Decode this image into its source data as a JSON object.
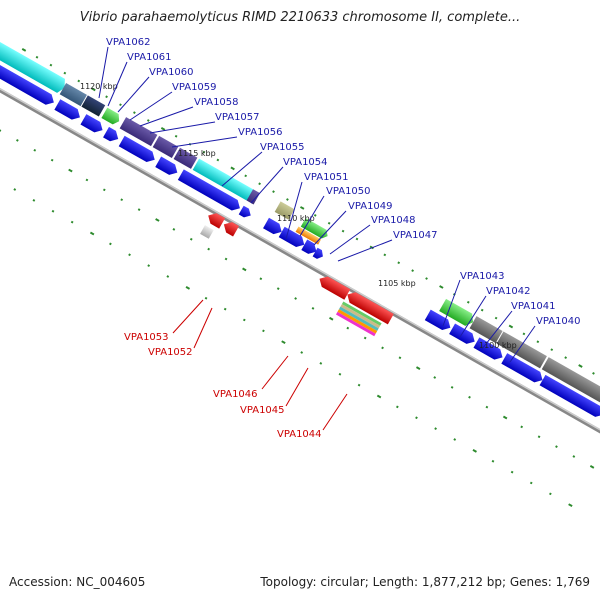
{
  "title": "Vibrio parahaemolyticus RIMD 2210633 chromosome II, complete...",
  "footer": {
    "accession": "Accession: NC_004605",
    "summary": "Topology: circular; Length: 1,877,212 bp; Genes: 1,769"
  },
  "colors": {
    "forward_label": "#1a1aa8",
    "reverse_label": "#cc0000",
    "tick": "#2e8b2e",
    "backbone": "#808080"
  },
  "kbp_ticks": [
    "1120 kbp",
    "1115 kbp",
    "1110 kbp",
    "1105 kbp",
    "1100 kbp"
  ],
  "forward_genes": [
    "VPA1062",
    "VPA1061",
    "VPA1060",
    "VPA1059",
    "VPA1058",
    "VPA1057",
    "VPA1056",
    "VPA1055",
    "VPA1054",
    "VPA1051",
    "VPA1050",
    "VPA1049",
    "VPA1048",
    "VPA1047",
    "VPA1043",
    "VPA1042",
    "VPA1041",
    "VPA1040"
  ],
  "reverse_genes": [
    "VPA1053",
    "VPA1052",
    "VPA1046",
    "VPA1045",
    "VPA1044"
  ]
}
